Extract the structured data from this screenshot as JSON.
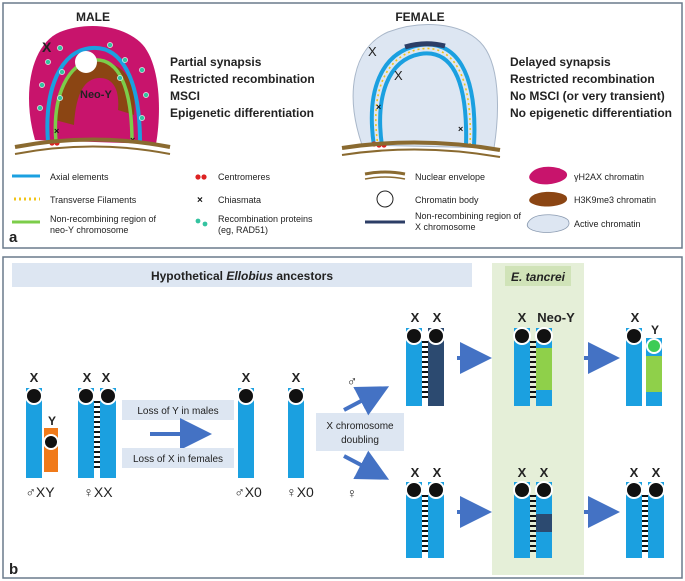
{
  "panel_a": {
    "label": "a",
    "male": {
      "title": "MALE",
      "x_label": "X",
      "neo_y_label": "Neo-Y",
      "features": [
        "Partial synapsis",
        "Restricted recombination",
        "MSCI",
        "Epigenetic differentiation"
      ]
    },
    "female": {
      "title": "FEMALE",
      "x_label_1": "X",
      "x_label_2": "X",
      "features": [
        "Delayed synapsis",
        "Restricted recombination",
        "No MSCI (or very transient)",
        "No epigenetic differentiation"
      ]
    },
    "legend": {
      "axial_elements": "Axial elements",
      "transverse_filaments": "Transverse Filaments",
      "nonrec_neo_y_1": "Non-recombining region of",
      "nonrec_neo_y_2": "neo-Y chromosome",
      "centromeres": "Centromeres",
      "chiasmata": "Chiasmata",
      "recomb_proteins_1": "Recombination proteins",
      "recomb_proteins_2": "(eg, RAD51)",
      "nuclear_envelope": "Nuclear envelope",
      "chromatin_body": "Chromatin body",
      "nonrec_x_1": "Non-recombining region of",
      "nonrec_x_2": "X chromosome",
      "gh2ax": "γH2AX chromatin",
      "h3k9me3": "H3K9me3 chromatin",
      "active": "Active chromatin"
    },
    "colors": {
      "gh2ax": "#c8146c",
      "h3k9me3": "#8b4513",
      "active": "#dde6f2",
      "axial": "#1ba0e0",
      "filament": "#f0c419",
      "neo_y": "#7ccd4a",
      "rad51": "#34c3a0",
      "centromere": "#dd2222",
      "envelope": "#8a6a30",
      "nonrec_x": "#2c3e66"
    }
  },
  "panel_b": {
    "label": "b",
    "ancestors_title_pre": "Hypothetical ",
    "ancestors_title_genus": "Ellobius",
    "ancestors_title_post": " ancestors",
    "species_title": "E. tancrei",
    "chrom_x": "X",
    "chrom_y": "Y",
    "neo_y": "Neo-Y",
    "karyo_male_xy": "♂XY",
    "karyo_female_xx": "♀XX",
    "karyo_male_x0": "♂X0",
    "karyo_female_x0": "♀X0",
    "loss_y": "Loss of Y in males",
    "loss_x": "Loss of X in females",
    "doubling_1": "X chromosome",
    "doubling_2": "doubling",
    "male_symbol": "♂",
    "female_symbol": "♀",
    "colors": {
      "chromosome": "#1ba0e0",
      "y_orange": "#f07a1a",
      "neo_y_green": "#8fd04a",
      "dark_x": "#2c4a70",
      "box_blue": "#dde6f2",
      "species_bg": "#e5efd8",
      "arrow": "#4472c4"
    }
  }
}
